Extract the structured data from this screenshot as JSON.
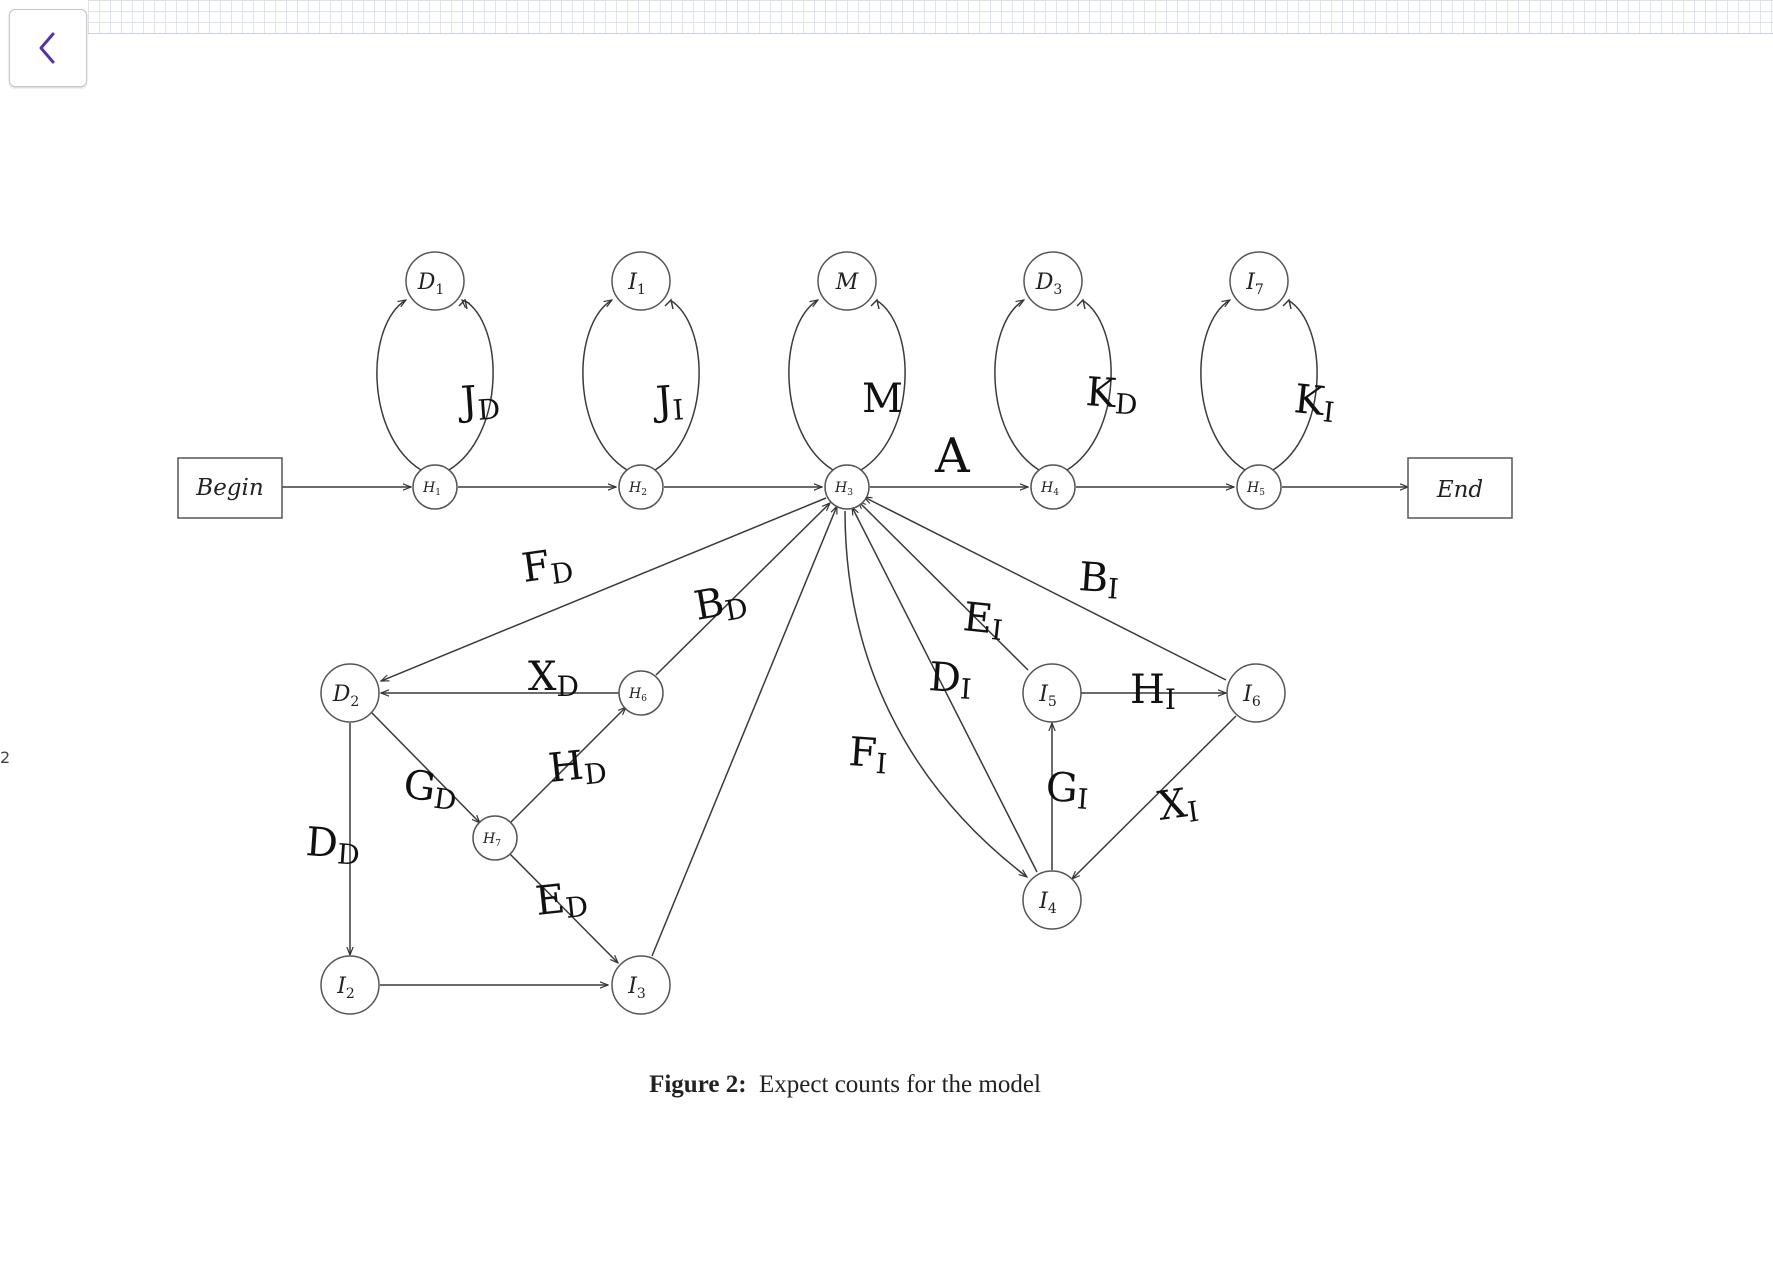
{
  "toolbar": {
    "back_icon": "chevron-left-icon",
    "accent": "#5b2fa6"
  },
  "margin_glyph": "2",
  "caption": {
    "prefix": "Figure 2:",
    "text": "Expect counts for the model"
  },
  "diagram": {
    "begin": "Begin",
    "end": "End",
    "nodes": {
      "D1": {
        "base": "D",
        "sub": "1"
      },
      "I1": {
        "base": "I",
        "sub": "1"
      },
      "M": {
        "base": "M",
        "sub": ""
      },
      "D3": {
        "base": "D",
        "sub": "3"
      },
      "I7": {
        "base": "I",
        "sub": "7"
      },
      "H1": {
        "base": "H",
        "sub": "1"
      },
      "H2": {
        "base": "H",
        "sub": "2"
      },
      "H3": {
        "base": "H",
        "sub": "3"
      },
      "H4": {
        "base": "H",
        "sub": "4"
      },
      "H5": {
        "base": "H",
        "sub": "5"
      },
      "D2": {
        "base": "D",
        "sub": "2"
      },
      "H6": {
        "base": "H",
        "sub": "6"
      },
      "I5": {
        "base": "I",
        "sub": "5"
      },
      "I6": {
        "base": "I",
        "sub": "6"
      },
      "H7": {
        "base": "H",
        "sub": "7"
      },
      "I4": {
        "base": "I",
        "sub": "4"
      },
      "I2": {
        "base": "I",
        "sub": "2"
      },
      "I3": {
        "base": "I",
        "sub": "3"
      }
    },
    "handwritten_labels": {
      "JD": "JD",
      "JI": "JI",
      "M": "M",
      "KD": "KD",
      "KI": "KI",
      "A": "A",
      "FD": "FD",
      "BD": "BD",
      "XD": "XD",
      "GD": "GD",
      "HD": "HD",
      "DD": "DD",
      "ED": "ED",
      "EI": "EI",
      "DI": "DI",
      "BI": "BI",
      "FI": "FI",
      "HI": "HI",
      "GI": "GI",
      "XI": "XI"
    }
  }
}
